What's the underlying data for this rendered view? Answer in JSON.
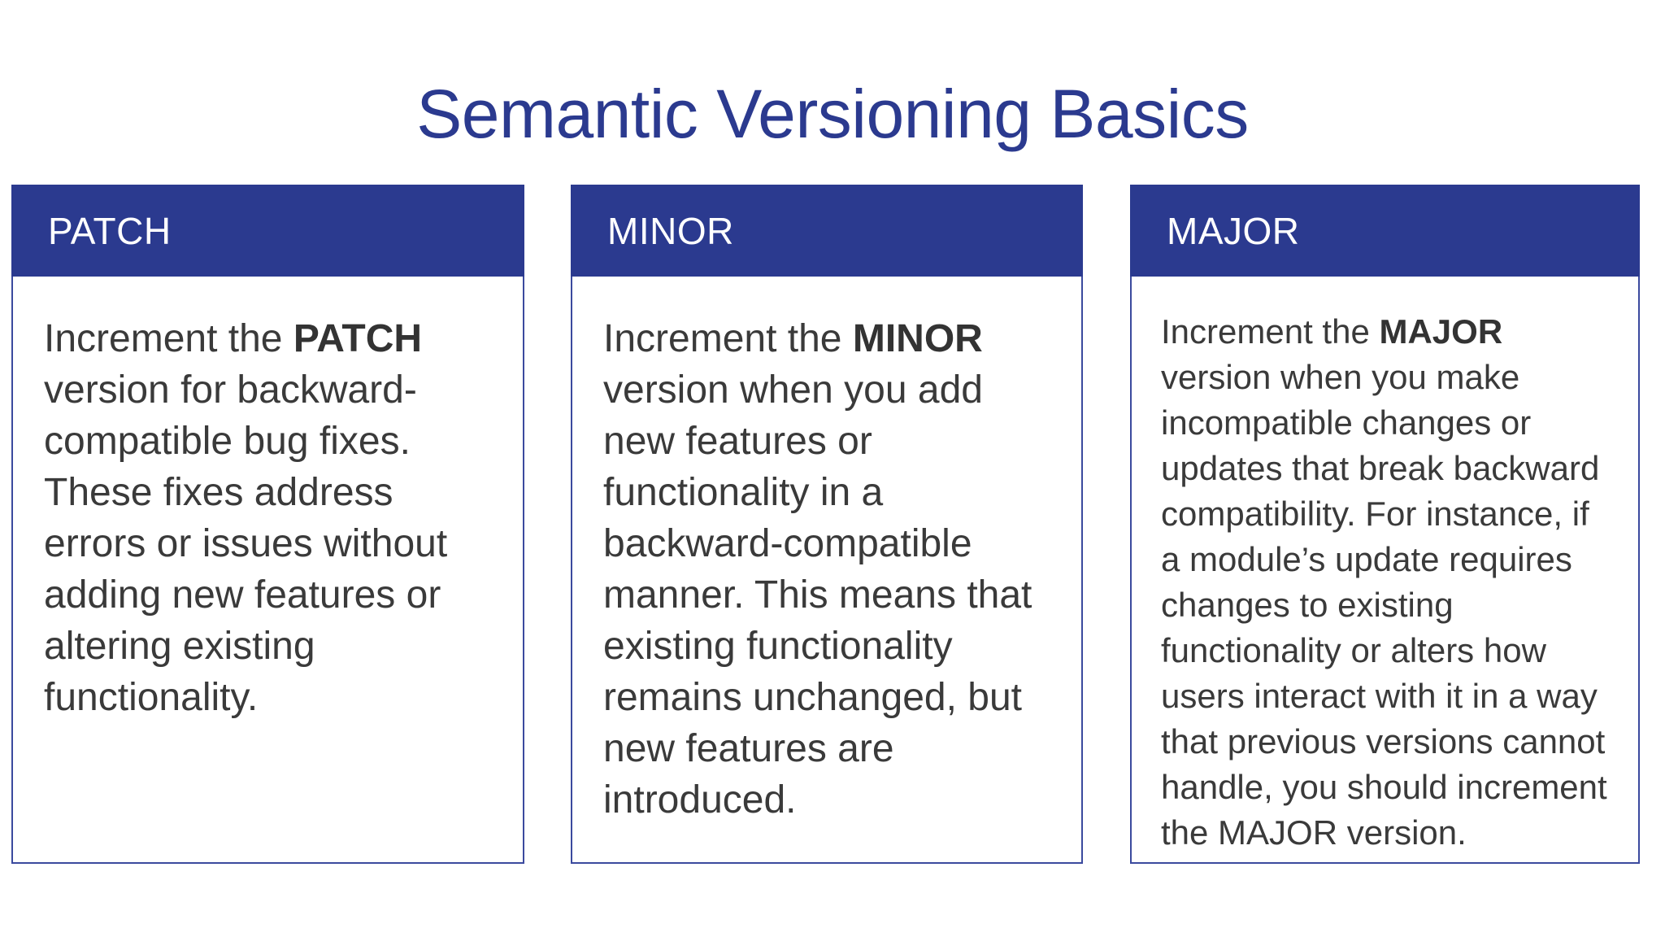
{
  "page": {
    "title": "Semantic Versioning Basics",
    "title_color": "#2B3A8F",
    "background_color": "#ffffff",
    "body_text_color": "#3A3A3A",
    "card_border_color": "#3B4A9E",
    "card_header_color": "#2B3A8F",
    "card_header_text_color": "#ffffff"
  },
  "cards": [
    {
      "header": "PATCH",
      "body_lead": "Increment the ",
      "body_term": "PATCH",
      "body_rest": " version for backward-compatible bug fixes. These fixes address errors or issues without adding new features or altering existing functionality."
    },
    {
      "header": "MINOR",
      "body_lead": "Increment the ",
      "body_term": "MINOR",
      "body_rest": " version when you add new features or functionality in a backward-compatible manner. This means that existing functionality remains unchanged, but new features are introduced."
    },
    {
      "header": "MAJOR",
      "body_lead": "Increment the ",
      "body_term": "MAJOR",
      "body_rest": " version when you make incompatible changes or updates that break backward compatibility. For instance, if a module’s update requires changes to existing functionality or alters how users interact with it in a way that previous versions cannot handle, you should increment the MAJOR version."
    }
  ]
}
